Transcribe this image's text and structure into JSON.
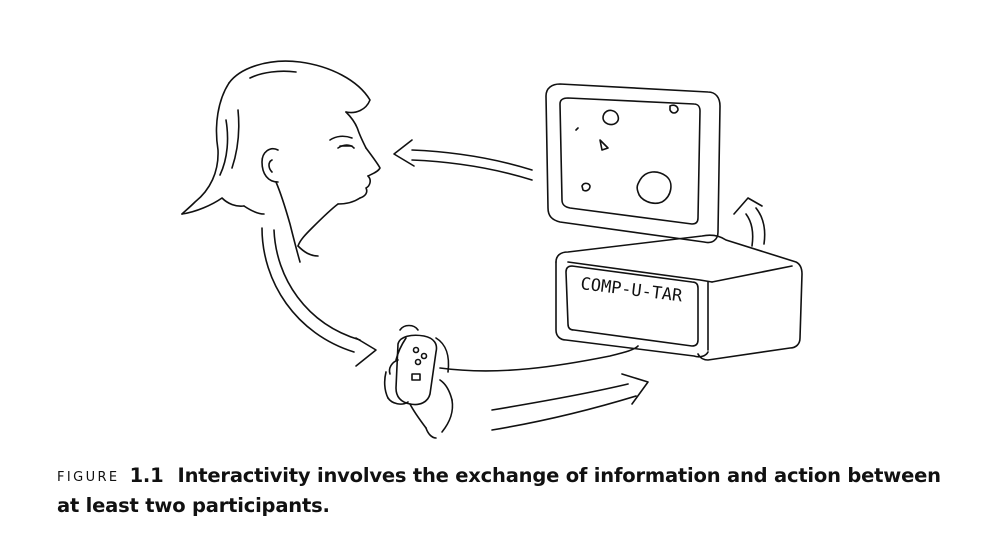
{
  "figure": {
    "caption_label": "FIGURE",
    "caption_number": "1.1",
    "caption_text": "Interactivity involves the exchange of information and action between at least two participants."
  },
  "illustration": {
    "computer_label": "COMP-U-TAR"
  },
  "colors": {
    "line": "#111111",
    "background": "#ffffff"
  }
}
